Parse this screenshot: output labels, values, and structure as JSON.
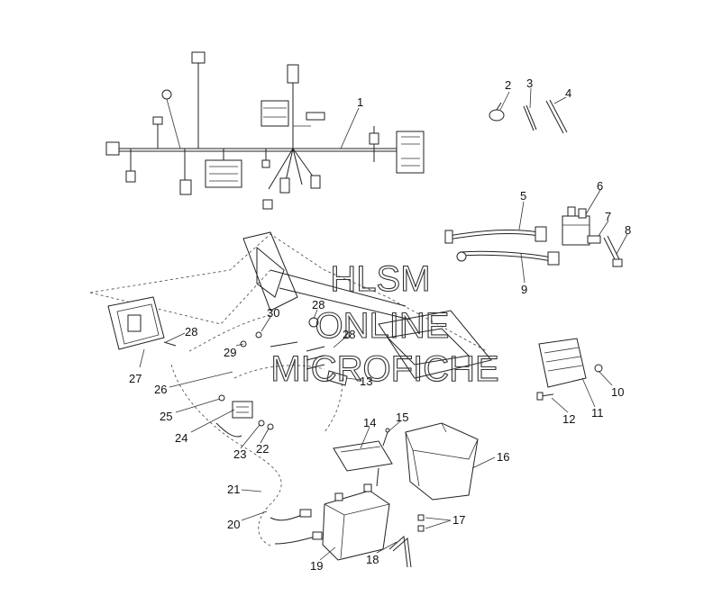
{
  "watermark": {
    "line1": "HLSM",
    "line2": "ONLINE",
    "line3": "MICROFICHE"
  },
  "callouts": [
    {
      "id": "1",
      "label": "1"
    },
    {
      "id": "2",
      "label": "2"
    },
    {
      "id": "3",
      "label": "3"
    },
    {
      "id": "4",
      "label": "4"
    },
    {
      "id": "5",
      "label": "5"
    },
    {
      "id": "6",
      "label": "6"
    },
    {
      "id": "7",
      "label": "7"
    },
    {
      "id": "8",
      "label": "8"
    },
    {
      "id": "9",
      "label": "9"
    },
    {
      "id": "10",
      "label": "10"
    },
    {
      "id": "11",
      "label": "11"
    },
    {
      "id": "12",
      "label": "12"
    },
    {
      "id": "13",
      "label": "13"
    },
    {
      "id": "14",
      "label": "14"
    },
    {
      "id": "15",
      "label": "15"
    },
    {
      "id": "16",
      "label": "16"
    },
    {
      "id": "17",
      "label": "17"
    },
    {
      "id": "18",
      "label": "18"
    },
    {
      "id": "19",
      "label": "19"
    },
    {
      "id": "20",
      "label": "20"
    },
    {
      "id": "21",
      "label": "21"
    },
    {
      "id": "22",
      "label": "22"
    },
    {
      "id": "23",
      "label": "23"
    },
    {
      "id": "24",
      "label": "24"
    },
    {
      "id": "25",
      "label": "25"
    },
    {
      "id": "26",
      "label": "26"
    },
    {
      "id": "27",
      "label": "27"
    },
    {
      "id": "28a",
      "label": "28"
    },
    {
      "id": "28b",
      "label": "28"
    },
    {
      "id": "28c",
      "label": "28"
    },
    {
      "id": "29",
      "label": "29"
    },
    {
      "id": "30",
      "label": "30"
    }
  ]
}
